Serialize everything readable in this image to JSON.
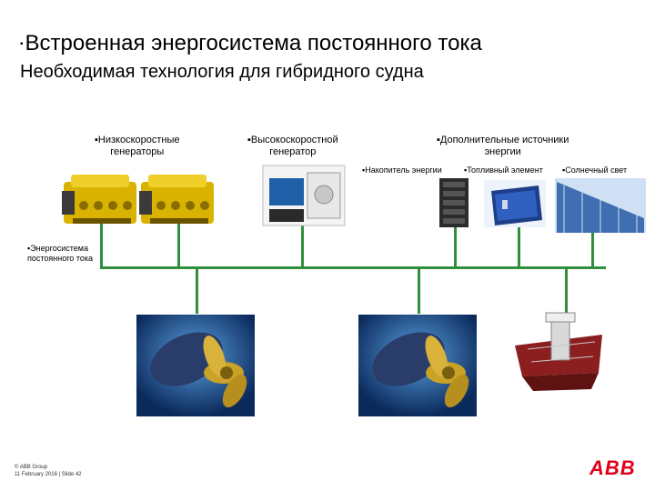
{
  "header": {
    "bullet": "▪",
    "title": "Встроенная энергосистема постоянного тока",
    "subtitle": "Необходимая технология для гибридного судна"
  },
  "labels": {
    "low_speed": "▪Низкоскоростные\nгенераторы",
    "high_speed": "▪Высокоскоростной\nгенератор",
    "additional": "▪Дополнительные источники\nэнергии",
    "storage": "▪Накопитель энергии",
    "fuel_cell": "▪Топливный элемент",
    "solar": "▪Солнечный свет",
    "dc_system": "▪Энергосистема\nпостоянного тока"
  },
  "footer": {
    "line1": "© ABB Group",
    "line2": "11 February 2016 | Slide 42"
  },
  "logo": {
    "text": "ABB",
    "color": "#e2001a"
  },
  "colors": {
    "bus": "#2f8f3c",
    "engine": "#d9b300",
    "propeller": "#c9a227"
  }
}
